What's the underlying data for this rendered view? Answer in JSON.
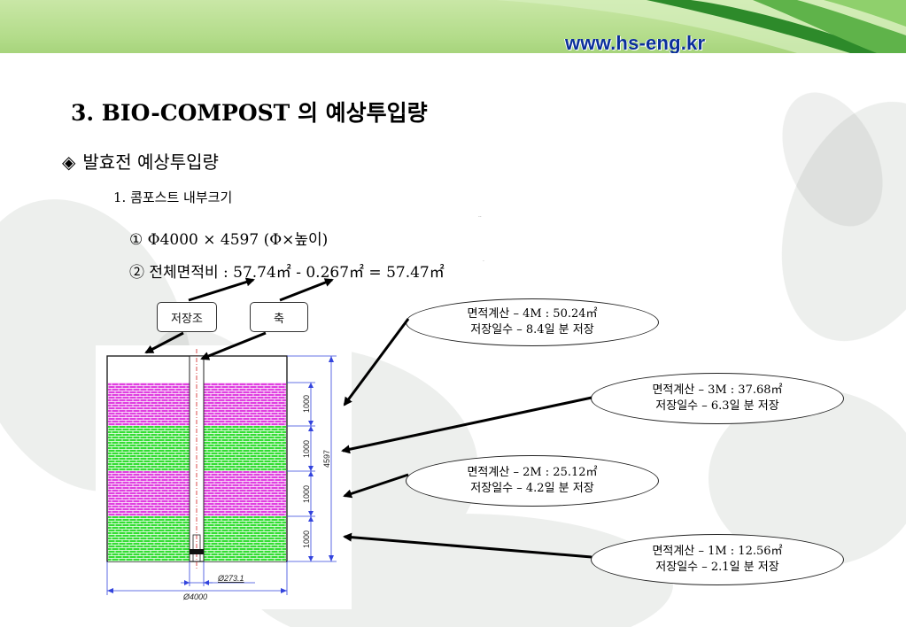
{
  "header": {
    "site_url": "www.hs-eng.kr",
    "colors": {
      "bar": "#b3dc8a",
      "url": "#0b2f9a",
      "leaf": "#2d8a2a"
    }
  },
  "slide": {
    "title": "3. BIO-COMPOST 의 예상투입량",
    "bullet": {
      "icon": "◈",
      "text": "발효전 예상투입량"
    },
    "sub_heading": "1. 콤포스트 내부크기",
    "spec_1": "① Φ4000 × 4597 (Φ×높이)",
    "spec_2": "② 전체면적비 : 57.74㎡ - 0.267㎡ = 57.47㎡",
    "tiny_marks": [
      "..",
      "."
    ]
  },
  "labels": {
    "tank": "저장조",
    "shaft": "축"
  },
  "callouts": [
    {
      "line1": "면적계산 – 4M : 50.24㎡",
      "line2": "저장일수 – 8.4일 분 저장"
    },
    {
      "line1": "면적계산 – 3M : 37.68㎡",
      "line2": "저장일수 – 6.3일 분 저장"
    },
    {
      "line1": "면적계산 – 2M : 25.12㎡",
      "line2": "저장일수 – 4.2일 분 저장"
    },
    {
      "line1": "면적계산 – 1M : 12.56㎡",
      "line2": "저장일수 – 2.1일 분 저장"
    }
  ],
  "drawing": {
    "layer_dims": [
      "1000",
      "1000",
      "1000",
      "1000"
    ],
    "total_height": "4597",
    "shaft_diameter": "Ø273.1",
    "tank_diameter": "Ø4000",
    "layer_colors": [
      "#e040e0",
      "#33dd33",
      "#e040e0",
      "#33dd33"
    ]
  }
}
